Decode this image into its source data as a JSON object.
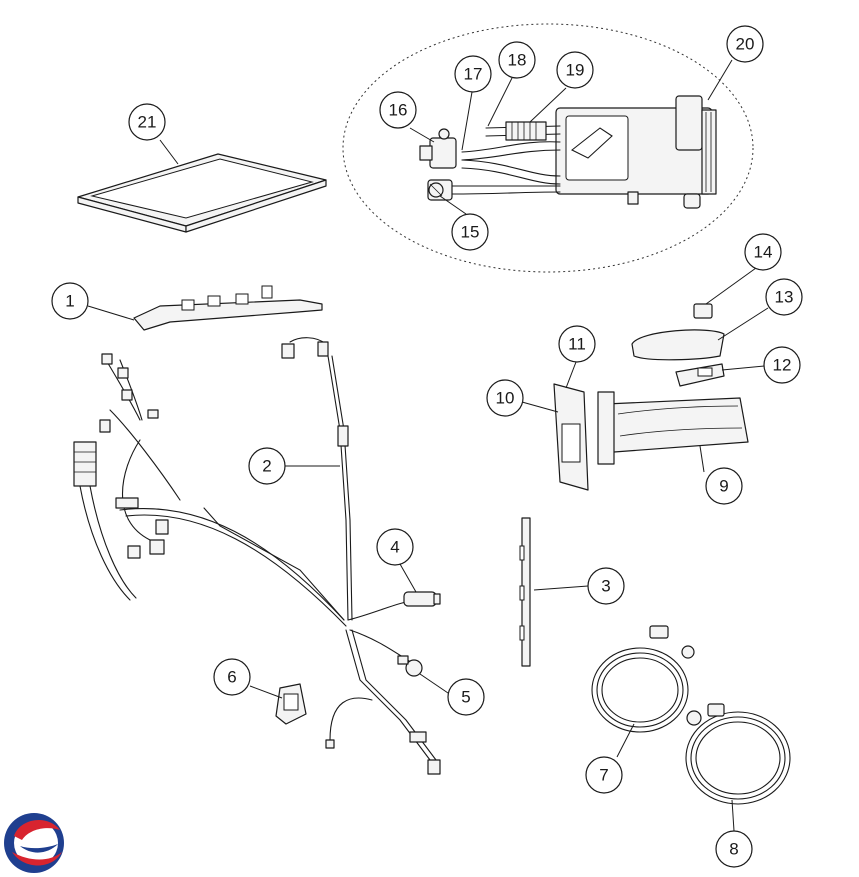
{
  "callouts": [
    {
      "id": "1",
      "label": "1"
    },
    {
      "id": "2",
      "label": "2"
    },
    {
      "id": "3",
      "label": "3"
    },
    {
      "id": "4",
      "label": "4"
    },
    {
      "id": "5",
      "label": "5"
    },
    {
      "id": "6",
      "label": "6"
    },
    {
      "id": "7",
      "label": "7"
    },
    {
      "id": "8",
      "label": "8"
    },
    {
      "id": "9",
      "label": "9"
    },
    {
      "id": "10",
      "label": "10"
    },
    {
      "id": "11",
      "label": "11"
    },
    {
      "id": "12",
      "label": "12"
    },
    {
      "id": "13",
      "label": "13"
    },
    {
      "id": "14",
      "label": "14"
    },
    {
      "id": "15",
      "label": "15"
    },
    {
      "id": "16",
      "label": "16"
    },
    {
      "id": "17",
      "label": "17"
    },
    {
      "id": "18",
      "label": "18"
    },
    {
      "id": "19",
      "label": "19"
    },
    {
      "id": "20",
      "label": "20"
    },
    {
      "id": "21",
      "label": "21"
    }
  ],
  "colors": {
    "line": "#1a1a1a",
    "logo_red": "#d8242f",
    "logo_blue": "#1f3f8f"
  }
}
